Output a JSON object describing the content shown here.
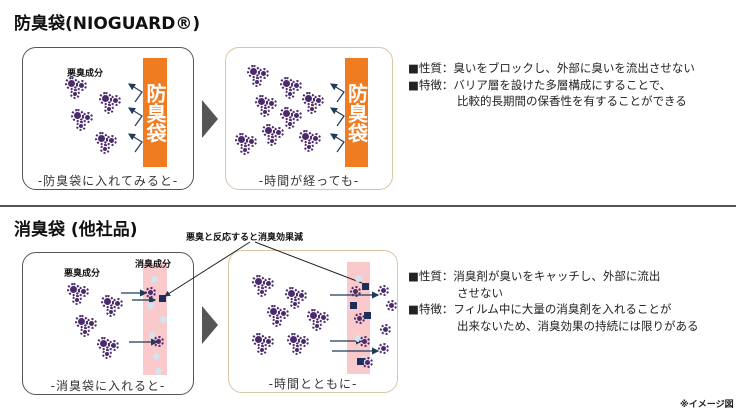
{
  "section1": {
    "title": "防臭袋(NIOGUARD®)",
    "odor_label": "悪臭成分",
    "bar_label": "防臭袋",
    "caption_before": "-防臭袋に入れてみると-",
    "caption_after": "-時間が経っても-",
    "desc": [
      {
        "text": "■性質：臭いをブロックし、外部に臭いを流出させない"
      },
      {
        "text": "■特徴：バリア層を設けた多層構成にすることで、"
      },
      {
        "text": "比較的長期間の保香性を有することができる"
      }
    ]
  },
  "section2": {
    "title": "消臭袋 (他社品)",
    "callout": "悪臭と反応すると消臭効果減",
    "odor_label": "悪臭成分",
    "deodorant_label": "消臭成分",
    "caption_before": "-消臭袋に入れると-",
    "caption_after": "-時間とともに-",
    "desc": [
      {
        "text": "■性質：消臭剤が臭いをキャッチし、外部に流出"
      },
      {
        "text": "させない"
      },
      {
        "text": "■特徴：フィルム中に大量の消臭剤を入れることが"
      },
      {
        "text": "出来ないため、消臭効果の持続には限りがある"
      }
    ]
  },
  "footnote": "※イメージ図",
  "colors": {
    "barrier": "#f07c22",
    "film": "#f9c9cb",
    "odor": "#4b2a6b",
    "deodorant": "#d3e4ef",
    "reacted": "#1f2d5a"
  }
}
